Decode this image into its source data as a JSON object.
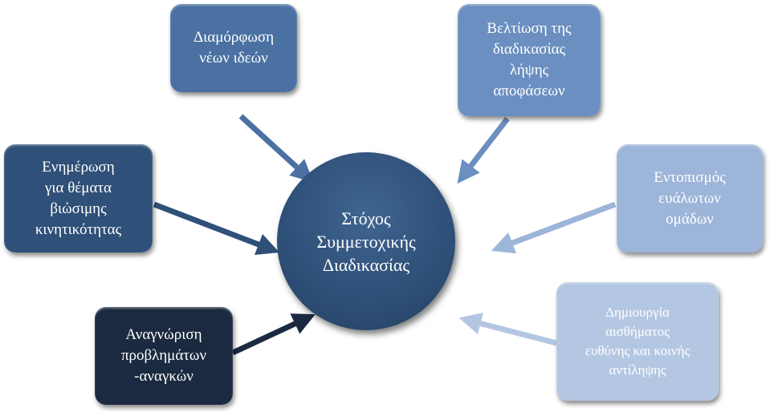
{
  "center": {
    "lines": [
      "Στόχος",
      "Συμμετοχικής",
      "Διαδικασίας"
    ],
    "color": "#2e4f78"
  },
  "nodes": [
    {
      "lines": [
        "Διαμόρφωση",
        "νέων ιδεών"
      ],
      "color": "#4a71a2"
    },
    {
      "lines": [
        "Βελτίωση της",
        "διαδικασίας",
        "λήψης",
        "αποφάσεων"
      ],
      "color": "#6a8fc0"
    },
    {
      "lines": [
        "Ενημέρωση",
        "για θέματα",
        "βιώσιμης",
        "κινητικότητας"
      ],
      "color": "#2f5078"
    },
    {
      "lines": [
        "Εντοπισμός",
        "ευάλωτων",
        "ομάδων"
      ],
      "color": "#9cb5d8"
    },
    {
      "lines": [
        "Αναγνώριση",
        "προβλημάτων",
        "-αναγκών"
      ],
      "color": "#1b2a40"
    },
    {
      "lines": [
        "Δημιουργία",
        "αισθήματος",
        "ευθύνης και κοινής",
        "αντίληψης"
      ],
      "color": "#b4c7e2"
    }
  ]
}
